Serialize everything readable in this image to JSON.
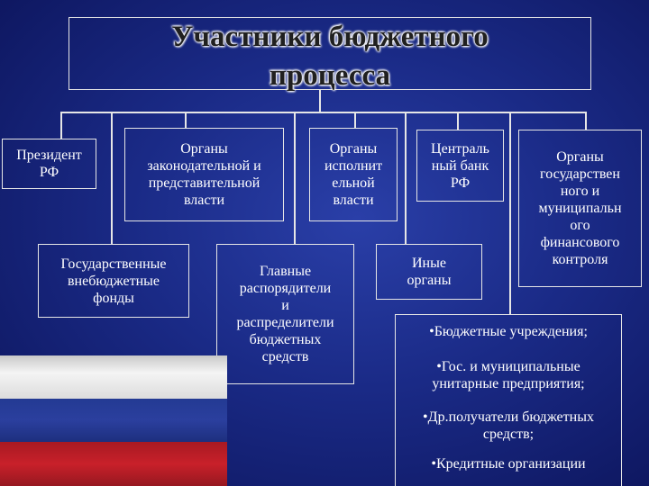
{
  "title": "Участники бюджетного\nпроцесса",
  "boxes": {
    "president": "Президент\nРФ",
    "legislative": "Органы\nзаконодательной и\nпредставительной\nвласти",
    "executive": "Органы\nисполнит\nельной\nвласти",
    "central_bank": "Централь\nный банк\nРФ",
    "fin_control": "Органы\nгосударствен\nного и\nмуниципальн\nого\nфинансового\nконтроля",
    "funds": "Государственные\nвнебюджетные\nфонды",
    "managers": "Главные\nраспорядители\nи\nраспределители\nбюджетных\nсредств",
    "other": "Иные\nорганы"
  },
  "list": [
    "•Бюджетные учреждения;",
    "•Гос. и муниципальные\nунитарные предприятия;",
    "•Др.получатели бюджетных\nсредств;",
    "•Кредитные организации"
  ],
  "colors": {
    "background": "#1a2a86",
    "border": "#e6e6e6",
    "flag_white": "#f4f4f4",
    "flag_blue": "#2b3f9e",
    "flag_red": "#c8202a"
  }
}
